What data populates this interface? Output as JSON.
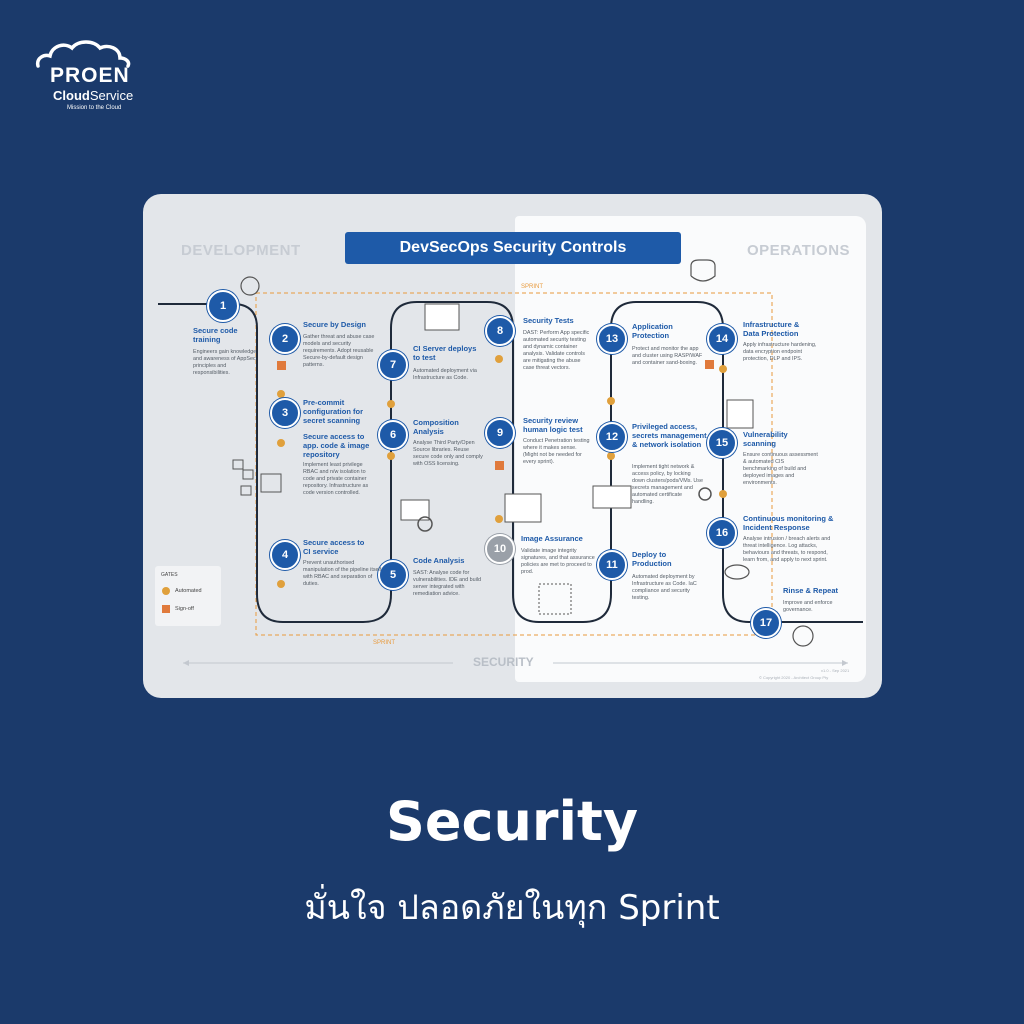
{
  "logo": {
    "brand": "PROEN",
    "sub_bold": "Cloud",
    "sub_normal": "Service",
    "tagline": "Mission to the Cloud"
  },
  "card": {
    "phase_left": "DEVELOPMENT",
    "phase_right": "OPERATIONS",
    "title": "DevSecOps Security Controls",
    "bottom_label": "SECURITY",
    "sprint_label": "SPRINT",
    "gates": {
      "heading": "GATES",
      "automated": "Automated",
      "signoff": "Sign-off"
    },
    "footer_version": "v1.0 - Sep 2021",
    "footer_copyright": "© Copyright 2020 - Architect Group Pty",
    "steps": [
      {
        "n": "1",
        "label": "Secure code training",
        "text": "Engineers gain knowledge and awareness of AppSec principles and responsibilities."
      },
      {
        "n": "2",
        "label": "Secure by Design",
        "text": "Gather threat and abuse case models and security requirements. Adopt reusable Secure-by-default design patterns."
      },
      {
        "n": "3",
        "label": "Pre-commit configuration for secret scanning",
        "text": ""
      },
      {
        "n": "",
        "label": "Secure access to app. code & image repository",
        "text": "Implement least privilege RBAC and n/w isolation to code and private container repository. Infrastructure as code version controlled."
      },
      {
        "n": "4",
        "label": "Secure access to CI service",
        "text": "Prevent unauthorised manipulation of the pipeline itself with RBAC and separation of duties."
      },
      {
        "n": "5",
        "label": "Code Analysis",
        "text": "SAST: Analyse code for vulnerabilities. IDE and build server integrated with remediation advice."
      },
      {
        "n": "6",
        "label": "Composition Analysis",
        "text": "Analyse Third Party/Open Source libraries. Reuse secure code only and comply with OSS licensing."
      },
      {
        "n": "7",
        "label": "CI Server deploys to test",
        "text": "Automated deployment via Infrastructure as Code."
      },
      {
        "n": "8",
        "label": "Security Tests",
        "text": "DAST: Perform App specific automated security testing and dynamic container analysis. Validate controls are mitigating the abuse case threat vectors."
      },
      {
        "n": "9",
        "label": "Security review human logic test",
        "text": "Conduct Penetration testing where it makes sense. (Might not be needed for every sprint)."
      },
      {
        "n": "10",
        "label": "Image Assurance",
        "text": "Validate image integrity signatures, and that assurance policies are met to proceed to prod."
      },
      {
        "n": "11",
        "label": "Deploy to Production",
        "text": "Automated deployment by Infrastructure as Code. IaC compliance and security testing."
      },
      {
        "n": "12",
        "label": "Privileged access, secrets management & network isolation",
        "text": "Implement tight network & access policy, by locking down clusters/pods/VMs. Use secrets management and automated certificate handling."
      },
      {
        "n": "13",
        "label": "Application Protection",
        "text": "Protect and monitor the app and cluster using RASP/WAF and container sand-boxing."
      },
      {
        "n": "14",
        "label": "Infrastructure & Data Protection",
        "text": "Apply infrastructure hardening, data encryption endpoint protection, DLP and IPS."
      },
      {
        "n": "15",
        "label": "Vulnerability scanning",
        "text": "Ensure continuous assessment & automated CIS benchmarking of build and deployed images and environments."
      },
      {
        "n": "16",
        "label": "Continuous monitoring & Incident Response",
        "text": "Analyse intrusion / breach alerts and threat intelligence. Log attacks, behaviours and threats, to respond, learn from, and apply to next sprint."
      },
      {
        "n": "17",
        "label": "Rinse & Repeat",
        "text": "Improve and enforce governance."
      }
    ]
  },
  "headline": "Security",
  "subline": "มั่นใจ ปลอดภัยในทุก Sprint",
  "colors": {
    "background": "#1b3a6b",
    "accent": "#1e5aa8",
    "sprint": "#e89a3c"
  }
}
